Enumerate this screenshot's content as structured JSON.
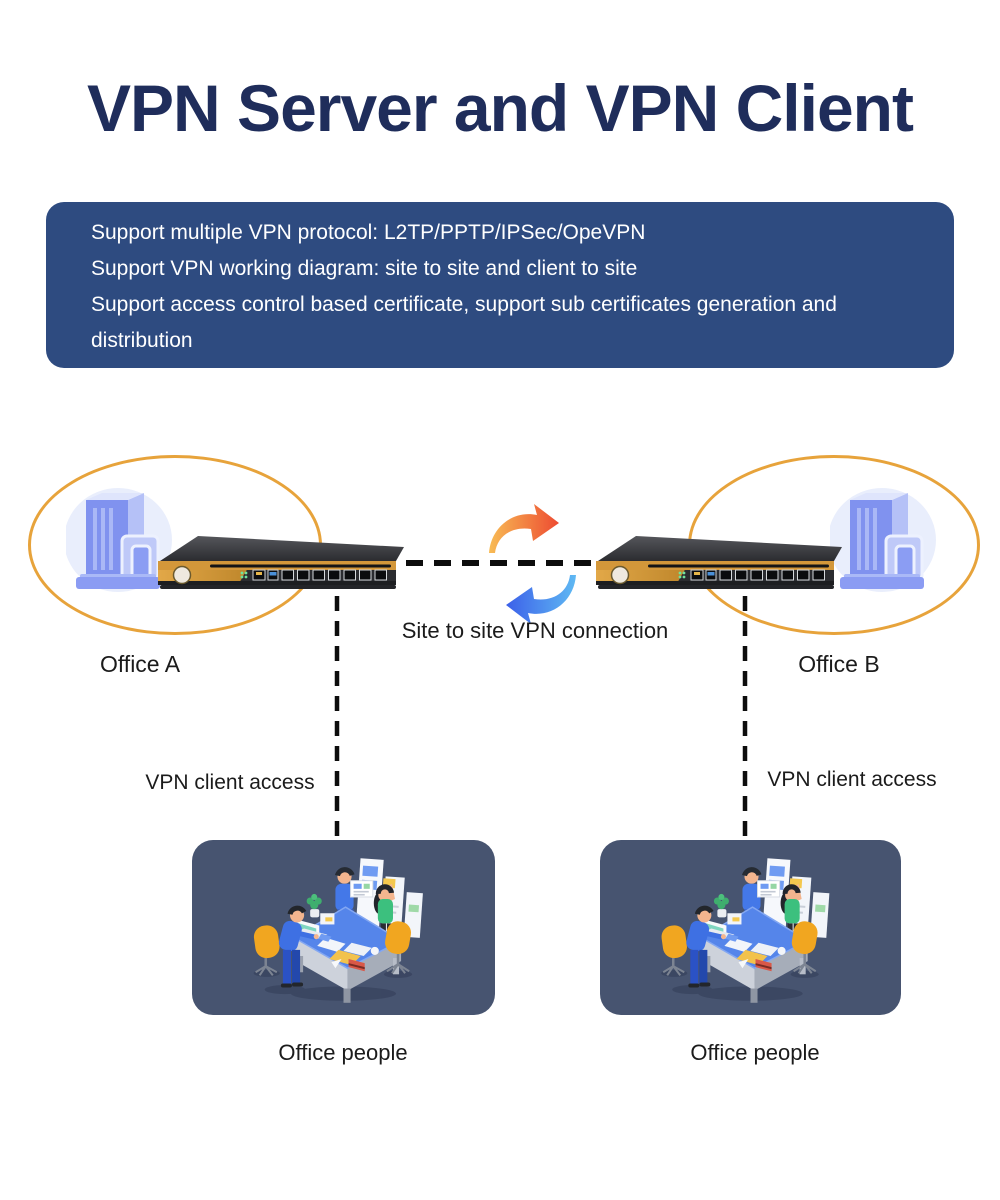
{
  "title": {
    "text": "VPN Server and VPN Client",
    "color": "#1f2d5b"
  },
  "features": {
    "background": "#2e4b80",
    "text_color": "#ffffff",
    "items": [
      "Support multiple VPN protocol: L2TP/PPTP/IPSec/OpeVPN",
      "Support VPN working diagram: site to site and client to site",
      "Support access control based certificate, support sub certificates generation and distribution"
    ]
  },
  "diagram": {
    "site_a": {
      "label": "Office A",
      "icon": "building-icon",
      "device": "vpn-router"
    },
    "site_b": {
      "label": "Office B",
      "icon": "building-icon",
      "device": "vpn-router"
    },
    "connection": {
      "label": "Site to site VPN connection",
      "icon": "sync-arrows-icon",
      "line_style": "dashed"
    },
    "client_access_left": {
      "label": "VPN client access",
      "line_style": "dashed"
    },
    "client_access_right": {
      "label": "VPN client access",
      "line_style": "dashed"
    },
    "office_left": {
      "label": "Office people",
      "illustration": "office-people-illustration"
    },
    "office_right": {
      "label": "Office people",
      "illustration": "office-people-illustration"
    },
    "colors": {
      "ellipse_stroke": "#e7a33b",
      "router_orange": "#d3973a",
      "router_dark": "#2b2c30",
      "card_background": "#475470",
      "building_blue": "#8092ef",
      "arrow_up_gradient": [
        "#f8bc55",
        "#ed4b31"
      ],
      "arrow_down_gradient": [
        "#5fb9f3",
        "#3c60e9"
      ],
      "label_color": "#1b1b1b"
    }
  }
}
